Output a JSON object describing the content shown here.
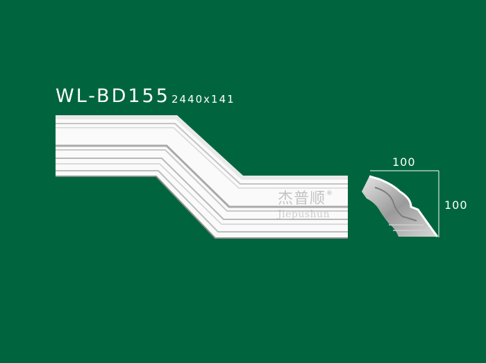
{
  "product": {
    "code": "WL-BD155",
    "size": "2440x141"
  },
  "profile": {
    "width_label": "100",
    "height_label": "100"
  },
  "watermark": {
    "brand_cn": "杰普顺",
    "registered": "®",
    "brand_en": "Jiepushun"
  },
  "colors": {
    "background": "#00653f",
    "molding": "#ffffff",
    "shadow": "#b9b9b9"
  }
}
